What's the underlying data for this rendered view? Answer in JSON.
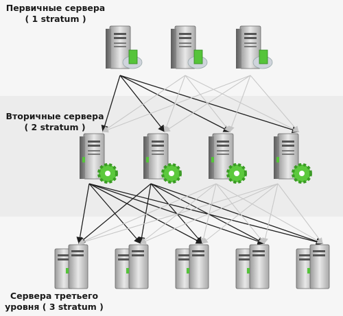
{
  "tiers": {
    "primary": {
      "title": "Первичные сервера",
      "subtitle": "( 1 stratum )"
    },
    "secondary": {
      "title": "Вторичные сервера",
      "subtitle": "( 2 stratum )"
    },
    "tertiary": {
      "title": "Сервера третьего",
      "subtitle": "уровня ( 3 stratum )"
    }
  },
  "colors": {
    "band_light": "#f4f4f4",
    "band_mid": "#ebebeb",
    "arrow_dark": "#1e1e1e",
    "arrow_light": "#c8c8c8",
    "server_body": "#d6d6d6",
    "server_dark": "#555555",
    "accent_green": "#55c43a"
  },
  "icons": {
    "primary": "server-clock-icon",
    "secondary": "server-gear-icon",
    "tertiary": "server-cluster-icon"
  }
}
